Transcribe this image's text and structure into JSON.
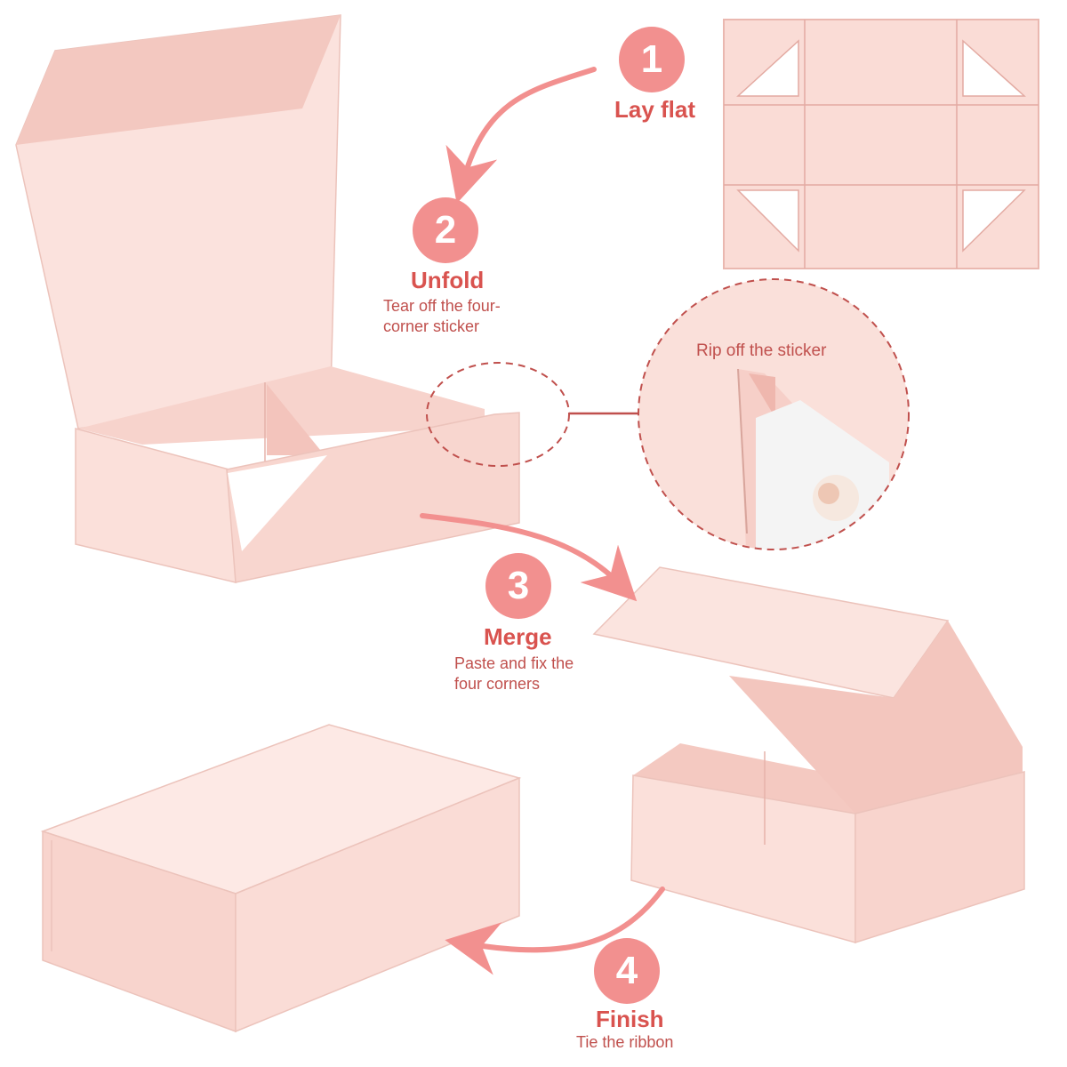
{
  "colors": {
    "accent": "#f2908f",
    "accent_text": "#d9534f",
    "desc_text": "#c0504d",
    "box_light": "#fadcd6",
    "box_mid": "#f6cfc7",
    "box_shadow": "#eab8b0",
    "dash": "#c0504d"
  },
  "steps": [
    {
      "number": "1",
      "title": "Lay flat",
      "desc_lines": []
    },
    {
      "number": "2",
      "title": "Unfold",
      "desc_lines": [
        "Tear off the four-",
        "corner sticker"
      ]
    },
    {
      "number": "3",
      "title": "Merge",
      "desc_lines": [
        "Paste and fix the",
        "four corners"
      ]
    },
    {
      "number": "4",
      "title": "Finish",
      "desc_lines": [
        "Tie the ribbon"
      ]
    }
  ],
  "callout": {
    "label": "Rip off the sticker"
  }
}
